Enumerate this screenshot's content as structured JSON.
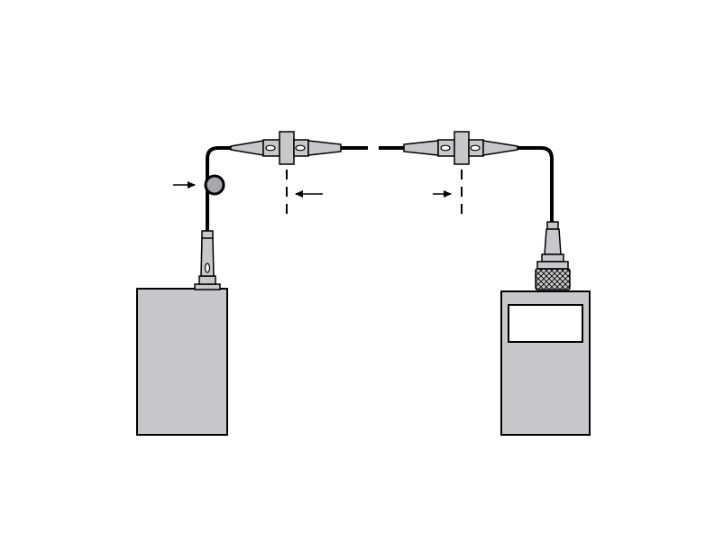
{
  "diagram": {
    "description_visible_text": [],
    "colors": {
      "background": "#ffffff",
      "outline": "#000000",
      "fill_gray": "#c8c8ca",
      "screen_white": "#ffffff"
    },
    "components": {
      "source_unit": "light-source-box",
      "meter_unit": "power-meter-box",
      "meter_screen": "meter-display",
      "mandrel_loop": "mandrel-wrap-circle",
      "connector_pairs": 2,
      "reference_marks": 2,
      "arrows": 3
    }
  }
}
